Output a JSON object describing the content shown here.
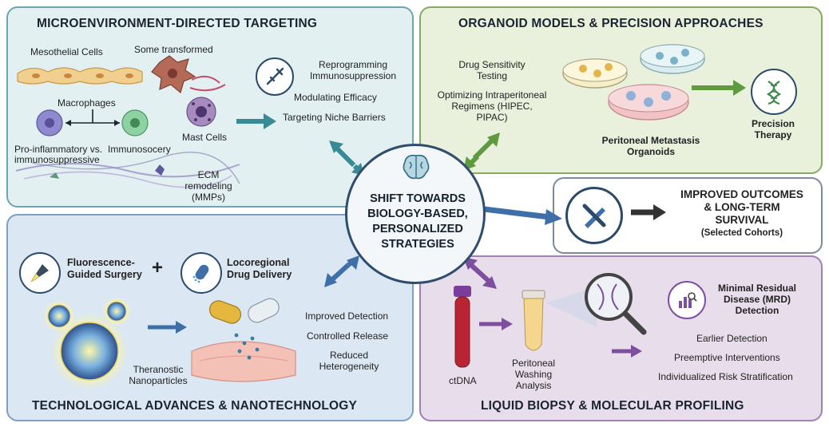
{
  "center": {
    "line1": "SHIFT TOWARDS",
    "line2": "BIOLOGY-BASED,",
    "line3": "PERSONALIZED",
    "line4": "STRATEGIES"
  },
  "microenvironment": {
    "title": "MICROENVIRONMENT-DIRECTED TARGETING",
    "mesothelial": "Mesothelial Cells",
    "transformed": "Some transformed",
    "macrophages": "Macrophages",
    "mast_cells": "Mast Cells",
    "pro_inflammatory": "Pro-inflammatory vs.",
    "immunosuppressive": "immunosuppressive",
    "immunosocery": "Immunosocery",
    "ecm_line1": "ECM",
    "ecm_line2": "remodeling",
    "ecm_line3": "(MMPs)",
    "reprogramming_line1": "Reprogramming",
    "reprogramming_line2": "Immunosuppression",
    "modulating": "Modulating Efficacy",
    "targeting": "Targeting Niche Barriers"
  },
  "organoid": {
    "title": "ORGANOID MODELS & PRECISION APPROACHES",
    "drug_line1": "Drug Sensitivity",
    "drug_line2": "Testing",
    "opt_line1": "Optimizing Intraperitoneal",
    "opt_line2": "Regimens (HIPEC,",
    "opt_line3": "PIPAC)",
    "pmo_line1": "Peritoneal Metastasis",
    "pmo_line2": "Organoids",
    "precision_line1": "Precision",
    "precision_line2": "Therapy"
  },
  "outcomes": {
    "line1": "IMPROVED OUTCOMES",
    "line2": "& LONG-TERM",
    "line3": "SURVIVAL",
    "line4": "(Selected Cohorts)"
  },
  "technology": {
    "title": "TECHNOLOGICAL ADVANCES & NANOTECHNOLOGY",
    "fgs_line1": "Fluorescence-",
    "fgs_line2": "Guided Surgery",
    "plus": "+",
    "ldd_line1": "Locoregional",
    "ldd_line2": "Drug Delivery",
    "nano_line1": "Theranostic",
    "nano_line2": "Nanoparticles",
    "improved_detection": "Improved Detection",
    "controlled_release": "Controlled Release",
    "reduced_line1": "Reduced",
    "reduced_line2": "Heterogeneity"
  },
  "biopsy": {
    "title": "LIQUID BIOPSY & MOLECULAR PROFILING",
    "ctdna": "ctDNA",
    "washing_line1": "Peritoneal",
    "washing_line2": "Washing",
    "washing_line3": "Analysis",
    "mrd_line1": "Minimal Residual",
    "mrd_line2": "Disease (MRD)",
    "mrd_line3": "Detection",
    "earlier": "Earlier Detection",
    "preemptive": "Preemptive Interventions",
    "individualized": "Individualized Risk Stratification"
  },
  "colors": {
    "teal": "#3a8a96",
    "green": "#5f9a3e",
    "blue": "#3f6fa8",
    "purple": "#7d4f9e",
    "navy": "#2b4a68"
  },
  "icons": [
    "syringe-icon",
    "brain-icon",
    "dna-icon",
    "pencil-ruler-icon",
    "flashlight-icon",
    "capsule-icon",
    "magnifier-icon",
    "chart-icon"
  ]
}
